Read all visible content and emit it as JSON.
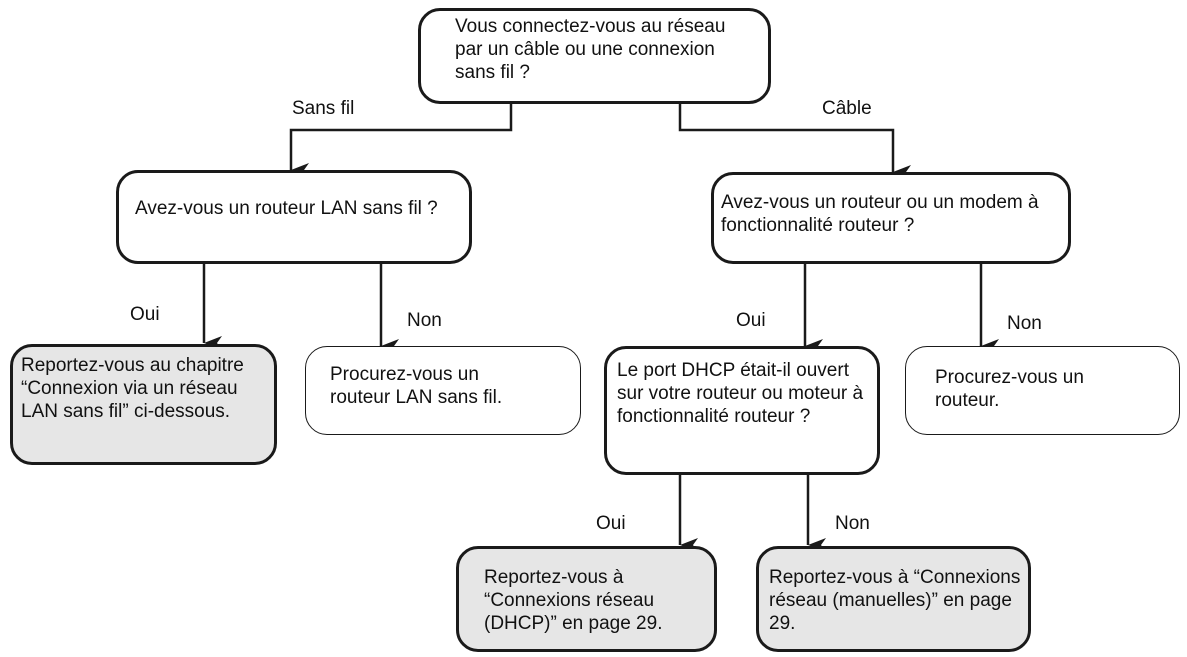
{
  "nodes": {
    "start": "Vous connectez-vous au réseau par un câble ou une connexion sans fil ?",
    "wireless_q": "Avez-vous un routeur LAN sans fil ?",
    "cable_q": "Avez-vous un routeur ou un modem à fonctionnalité routeur ?",
    "wireless_yes": "Reportez-vous au chapitre “Connexion via un réseau LAN sans fil” ci-dessous.",
    "wireless_no": "Procurez-vous un routeur LAN sans fil.",
    "dhcp_q": "Le port DHCP était-il ouvert sur votre routeur ou moteur à fonctionnalité routeur ?",
    "cable_no": "Procurez-vous un routeur.",
    "dhcp_yes": "Reportez-vous à “Connexions réseau (DHCP)” en page  29.",
    "dhcp_no": "Reportez-vous à “Connexions réseau (manuelles)” en page  29."
  },
  "edge_labels": {
    "sans_fil": "Sans fil",
    "cable": "Câble",
    "wireless_oui": "Oui",
    "wireless_non": "Non",
    "cable_oui": "Oui",
    "cable_non": "Non",
    "dhcp_oui": "Oui",
    "dhcp_non": "Non"
  },
  "colors": {
    "line": "#1a1a1a",
    "result_fill": "#e6e6e6",
    "box_fill": "#ffffff"
  }
}
